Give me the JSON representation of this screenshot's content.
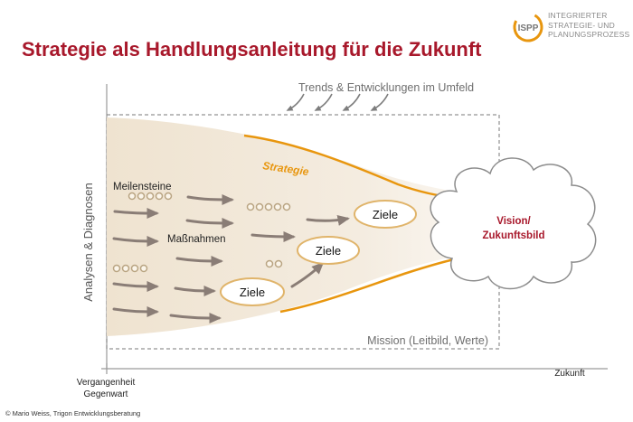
{
  "title": "Strategie als Handlungsanleitung für die Zukunft",
  "logo": {
    "badge": "ISPP",
    "lines": [
      "INTEGRIERTER",
      "STRATEGIE- UND",
      "PLANUNGSPROZESS"
    ]
  },
  "diagram": {
    "trends": "Trends & Entwicklungen im Umfeld",
    "strategy": "Strategie",
    "milestones": "Meilensteine",
    "measures": "Maßnahmen",
    "goals": [
      "Ziele",
      "Ziele",
      "Ziele"
    ],
    "vision": [
      "Vision/",
      "Zukunftsbild"
    ],
    "mission": "Mission (Leitbild, Werte)",
    "y_axis": "Analysen & Diagnosen",
    "x_axis_left": [
      "Vergangenheit",
      "Gegenwart"
    ],
    "x_axis_right": "Zukunft"
  },
  "footer": "© Mario Weiss, Trigon Entwicklungsberatung",
  "colors": {
    "title": "#a8182b",
    "orange": "#e8960e",
    "vision": "#a8182b",
    "arrow": "#8a7d76",
    "shape": "#f1e7d8"
  }
}
